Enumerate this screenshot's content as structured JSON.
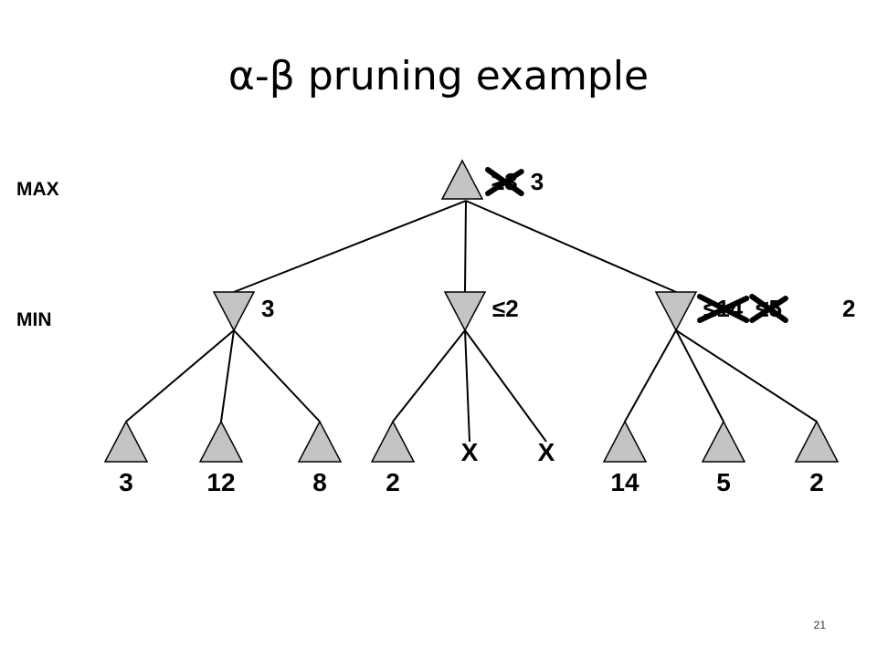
{
  "slide": {
    "title": "α-β pruning example",
    "page_number": "21"
  },
  "colors": {
    "node_fill": "#c4c4c4",
    "stroke": "#000000",
    "text": "#000000"
  },
  "levels": {
    "max_label": "MAX",
    "min_label": "MIN"
  },
  "root": {
    "type": "max",
    "crossed_values": [
      "≥3"
    ],
    "value": "3"
  },
  "min_nodes": [
    {
      "type": "min",
      "crossed_values": [],
      "value": "3"
    },
    {
      "type": "min",
      "crossed_values": [],
      "value": "≤2"
    },
    {
      "type": "min",
      "crossed_values": [
        "≤14",
        "≤5"
      ],
      "value": "2"
    }
  ],
  "leaves": [
    {
      "parent": 0,
      "pruned": false,
      "value": "3"
    },
    {
      "parent": 0,
      "pruned": false,
      "value": "12"
    },
    {
      "parent": 0,
      "pruned": false,
      "value": "8"
    },
    {
      "parent": 1,
      "pruned": false,
      "value": "2"
    },
    {
      "parent": 1,
      "pruned": true,
      "value": "X"
    },
    {
      "parent": 1,
      "pruned": true,
      "value": "X"
    },
    {
      "parent": 2,
      "pruned": false,
      "value": "14"
    },
    {
      "parent": 2,
      "pruned": false,
      "value": "5"
    },
    {
      "parent": 2,
      "pruned": false,
      "value": "2"
    }
  ]
}
